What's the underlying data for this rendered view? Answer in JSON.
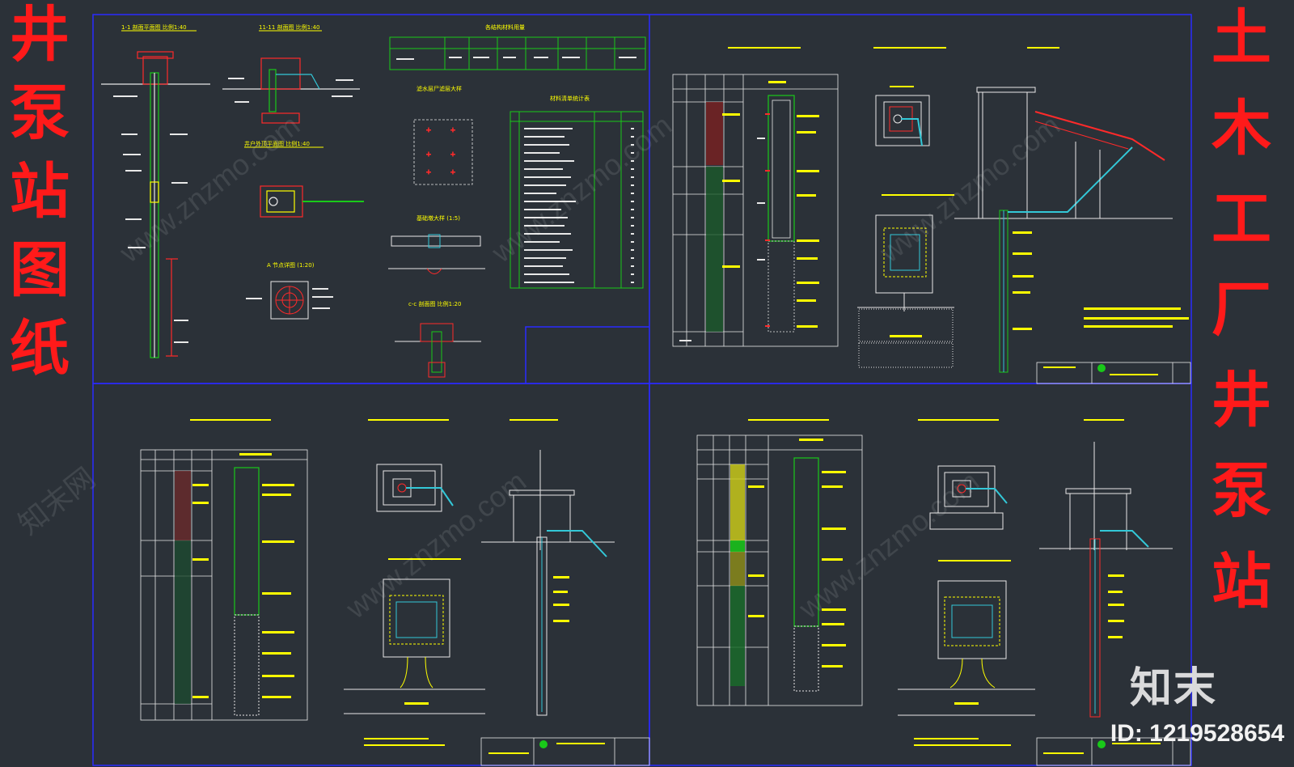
{
  "left_title": [
    "井",
    "泵",
    "站",
    "图",
    "纸"
  ],
  "right_title": [
    "土",
    "木",
    "工",
    "厂",
    "井",
    "泵",
    "站"
  ],
  "brand_logo": "知末",
  "image_id": "ID: 1219528654",
  "watermark_url": "www.znzmo.com",
  "watermark_cn": "知末网",
  "colors": {
    "background": "#2b3138",
    "title_red": "#ff1a1a",
    "frame_blue": "#2a2aff",
    "cad_yellow": "#ffff00",
    "cad_red": "#ff2a2a",
    "cad_green": "#19c919",
    "cad_cyan": "#33c8d8",
    "cad_white": "#e8e8e8"
  },
  "sheets": {
    "top_left": {
      "section_1": "1-1 剖面平面图 比例1:40",
      "section_2": "11-11 剖面图 比例1:40",
      "plan": "井户外顶平面图 比例1:40",
      "detail_a": "A 节点详图 (1:20)",
      "materials_title": "各结构材料用量",
      "table_title": "材料清单统计表",
      "grid_title": "滤水层尸滤层大样",
      "base_title": "基础墩大样 (1:5)",
      "section_c": "c-c 剖面图 比例1:20"
    }
  }
}
